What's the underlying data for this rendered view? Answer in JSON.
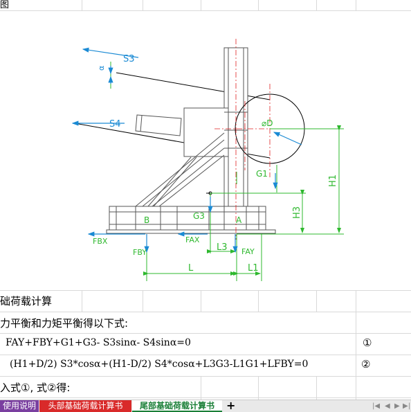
{
  "top_cell_fragment": "图",
  "section_title": "础荷载计算",
  "intro_text": "力平衡和力矩平衡得以下式:",
  "formula1": "FAY+FBY+G1+G3- S3sinα- S4sinα=0",
  "formula1_number": "①",
  "formula2": "(H1+D/2) S3*cosα+(H1-D/2) S4*cosα+L3G3-L1G1+LFBY=0",
  "formula2_number": "②",
  "substitute_text": "入式①, 式②得:",
  "diagram": {
    "labels": {
      "S3": "S3",
      "S4": "S4",
      "alpha": "α",
      "phiD": "⌀D",
      "G1": "G1",
      "G3": "G3",
      "H1": "H1",
      "H3": "H3",
      "B": "B",
      "A": "A",
      "FBX": "FBX",
      "FAX": "FAX",
      "FBY": "FBY",
      "FAY": "FAY",
      "L3": "L3",
      "L": "L",
      "L1": "L1"
    }
  },
  "tabs": [
    {
      "label": "使用说明",
      "color": "#7a3fa0"
    },
    {
      "label": "头部基础荷载计算书",
      "color": "#d92a2a"
    },
    {
      "label": "尾部基础荷载计算书",
      "active": true
    }
  ],
  "add_tab_label": "+",
  "nav": {
    "first": "|◀",
    "prev": "◀",
    "next": "▶",
    "last": "▶|"
  }
}
